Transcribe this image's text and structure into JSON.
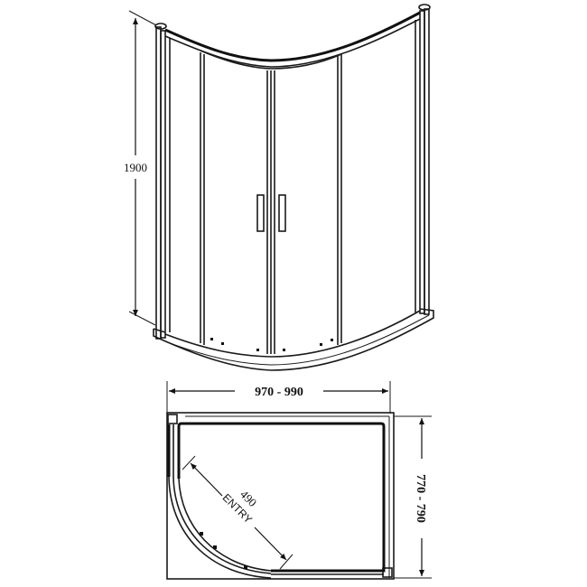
{
  "elevation": {
    "height_label": "1900"
  },
  "plan": {
    "width_label": "970 - 990",
    "depth_label": "770 - 790",
    "entry_value": "490",
    "entry_label": "ENTRY"
  }
}
